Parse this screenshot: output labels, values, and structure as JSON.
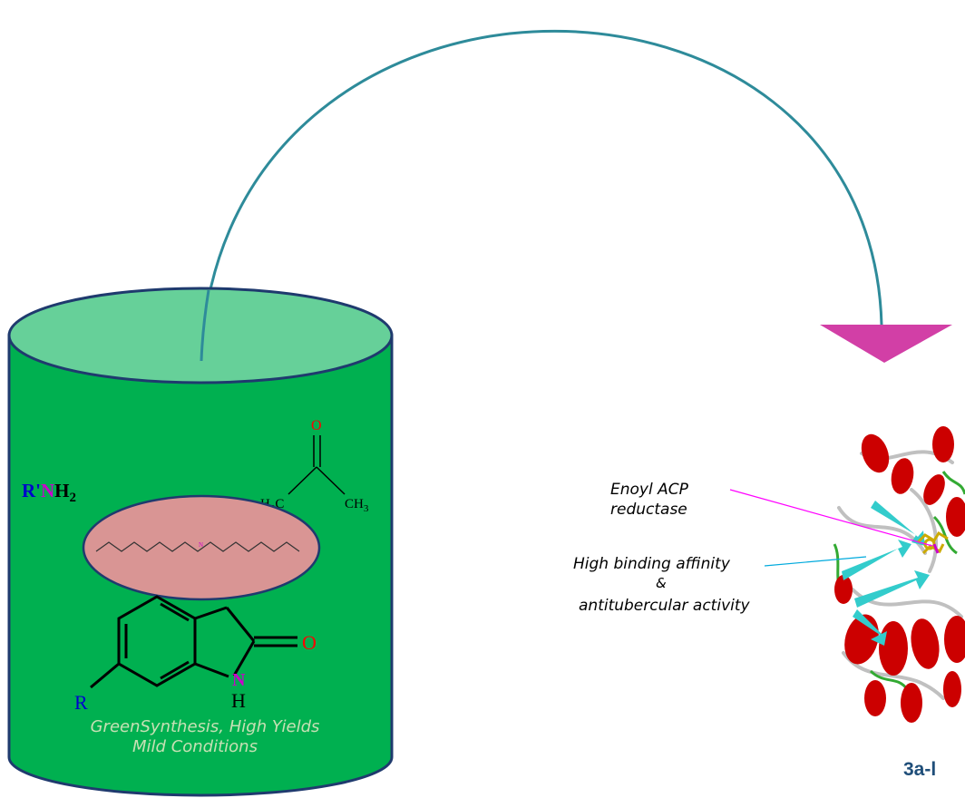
{
  "colors": {
    "cylinder_body": "#00b050",
    "cylinder_top": "#66d099",
    "cylinder_outline": "#1f3a6e",
    "arc": "#2e8b9a",
    "arrow_head": "#d23fa6",
    "ellipse_fill": "#d99594",
    "nitrogen": "#cc00cc",
    "oxygen": "#ff0000",
    "r_group": "#0000cc",
    "caption_text": "#c6e0b4",
    "protein_helix": "#cc0000",
    "protein_sheet": "#33cccc",
    "protein_coil": "#c0c0c0",
    "protein_loop": "#33aa33",
    "ligand": "#ccaa00",
    "enoyl_pointer": "#ff00ff",
    "binding_pointer": "#00aadd",
    "compound_label": "#1f4e79"
  },
  "reagents": {
    "amine": {
      "r": "R'",
      "n": "N",
      "h": "H",
      "sub": "2"
    },
    "acetone": {
      "o": "O",
      "left": "H",
      "left_sub": "3",
      "left_c": "C",
      "right_c": "C",
      "right_h": "H",
      "right_sub": "3"
    },
    "linker_atom": "N"
  },
  "oxindole": {
    "o": "O",
    "n": "N",
    "h": "H",
    "r": "R"
  },
  "cylinder_caption": {
    "line1": "GreenSynthesis, High Yields",
    "line2": "Mild Conditions"
  },
  "protein_labels": {
    "enoyl_line1": "Enoyl  ACP",
    "enoyl_line2": "reductase",
    "binding_line1": "High binding affinity",
    "binding_line2": "&",
    "binding_line3": "antitubercular activity"
  },
  "compound_label": "3a-l"
}
